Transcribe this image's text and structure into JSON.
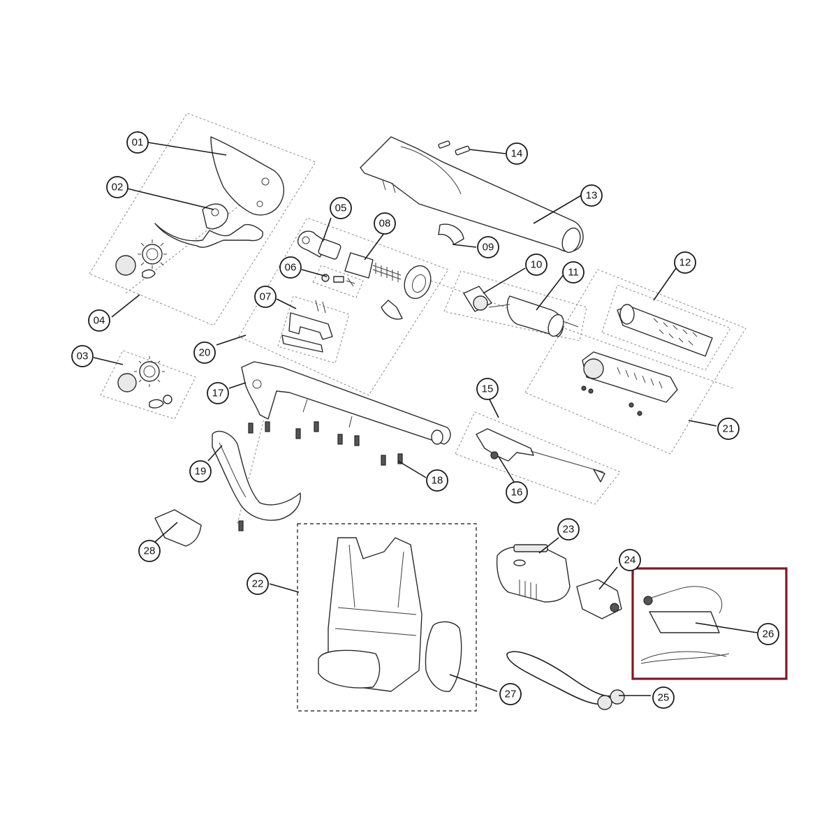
{
  "parts": [
    {
      "id": "p01",
      "label": "01"
    },
    {
      "id": "p02",
      "label": "02"
    },
    {
      "id": "p03",
      "label": "03"
    },
    {
      "id": "p04",
      "label": "04"
    },
    {
      "id": "p05",
      "label": "05"
    },
    {
      "id": "p06",
      "label": "06"
    },
    {
      "id": "p07",
      "label": "07"
    },
    {
      "id": "p08",
      "label": "08"
    },
    {
      "id": "p09",
      "label": "09"
    },
    {
      "id": "p10",
      "label": "10"
    },
    {
      "id": "p11",
      "label": "11"
    },
    {
      "id": "p12",
      "label": "12"
    },
    {
      "id": "p13",
      "label": "13"
    },
    {
      "id": "p14",
      "label": "14"
    },
    {
      "id": "p15",
      "label": "15"
    },
    {
      "id": "p16",
      "label": "16"
    },
    {
      "id": "p17",
      "label": "17"
    },
    {
      "id": "p18",
      "label": "18"
    },
    {
      "id": "p19",
      "label": "19"
    },
    {
      "id": "p20",
      "label": "20"
    },
    {
      "id": "p21",
      "label": "21"
    },
    {
      "id": "p22",
      "label": "22"
    },
    {
      "id": "p23",
      "label": "23"
    },
    {
      "id": "p24",
      "label": "24"
    },
    {
      "id": "p25",
      "label": "25"
    },
    {
      "id": "p26",
      "label": "26"
    },
    {
      "id": "p27",
      "label": "27"
    },
    {
      "id": "p28",
      "label": "28"
    }
  ],
  "highlight": {
    "part": "26",
    "color": "#7a1a28"
  }
}
